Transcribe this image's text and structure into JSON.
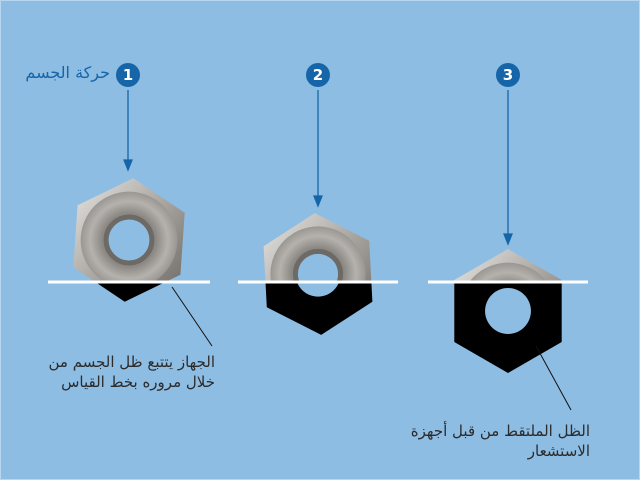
{
  "title": "حركة الجسم",
  "steps": [
    {
      "number": "1"
    },
    {
      "number": "2"
    },
    {
      "number": "3"
    }
  ],
  "callouts": {
    "device_tracks": "الجهاز يتتبع ظل الجسم من خلال مروره بخط القياس",
    "captured_shadow": "الظل الملتقط من قبل أجهزة الاستشعار"
  },
  "colors": {
    "background": "#8ebde4",
    "accent": "#1565a8",
    "shadow": "#000000",
    "line": "#ffffff"
  }
}
